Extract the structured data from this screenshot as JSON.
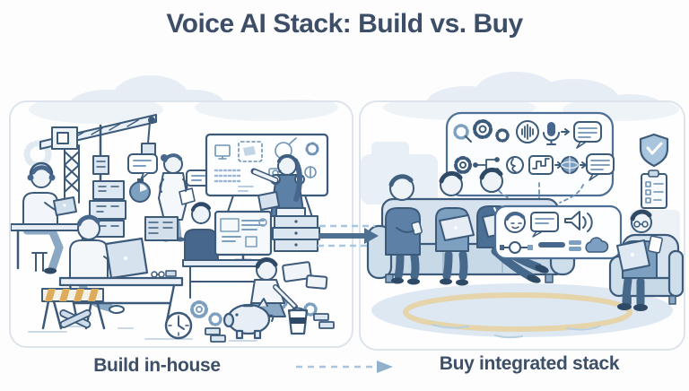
{
  "title": "Voice AI Stack: Build vs. Buy",
  "left_panel": {
    "icons": [
      "construction-crane",
      "headset-developer",
      "laptop",
      "server-stack",
      "stopwatch",
      "speech-bubbles",
      "standing-analyst",
      "whiteboard-architecture",
      "presenter-with-headset",
      "desktop-workstation",
      "laptop-developer",
      "construction-barrier",
      "crossed-wrenches",
      "wall-clock",
      "gears",
      "piggy-bank",
      "kneeling-engineer",
      "bucket",
      "bricks",
      "storage-drawers"
    ]
  },
  "right_panel": {
    "icons": [
      "ai-pipeline-panel",
      "gears",
      "voice-waveform",
      "microphone",
      "chat-bubbles",
      "circuit",
      "ai-brain",
      "metrics-chart",
      "globe",
      "flow-arrows",
      "assistant-card",
      "user-face",
      "speech-bubble",
      "loudspeaker",
      "connector-slider",
      "level-bars",
      "cloud",
      "shield-check",
      "compliance-checklist",
      "team-on-couch",
      "laptops",
      "executive-armchair",
      "rug"
    ]
  },
  "footer": {
    "left_label": "Build in-house",
    "right_label": "Buy integrated stack"
  },
  "colors": {
    "title_navy": "#3d4e68",
    "outline_ink": "#3c5a7a",
    "mid_blue": "#7da0c0",
    "dark_blue": "#47688c",
    "light_blue": "#d8e4ef",
    "pale_blue": "#edf2f8",
    "tan_accent": "#ddab5e",
    "rug_tan": "#e7d1a3",
    "cloud": "#e6edf4",
    "panel_border": "#dde4ec",
    "background": "#fdfdfe"
  }
}
